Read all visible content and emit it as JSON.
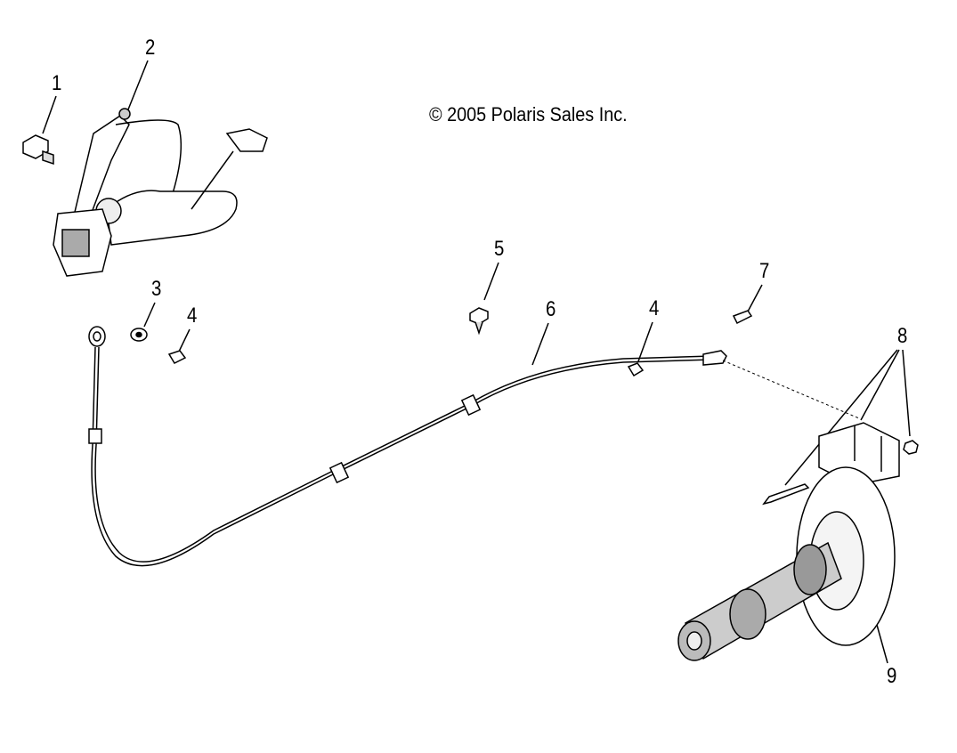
{
  "copyright": "© 2005 Polaris Sales Inc.",
  "callouts": {
    "c1": "1",
    "c2": "2",
    "c3": "3",
    "c4a": "4",
    "c5": "5",
    "c6": "6",
    "c4b": "4",
    "c7": "7",
    "c8": "8",
    "c9": "9"
  }
}
